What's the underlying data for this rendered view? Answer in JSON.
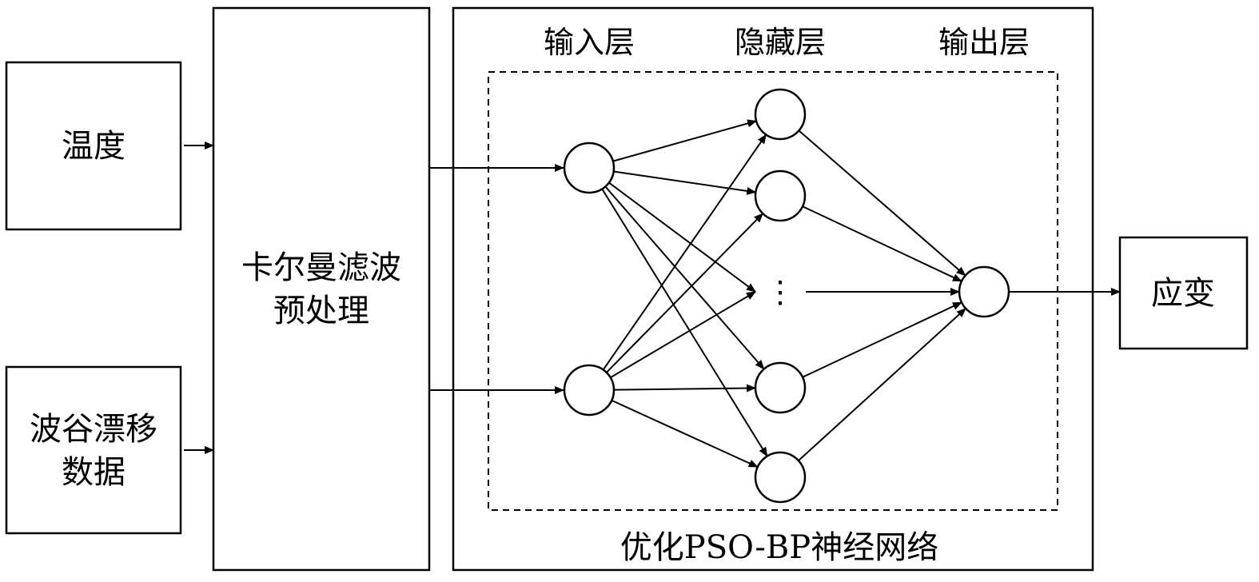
{
  "inputs": {
    "temperature": "温度",
    "valley_drift_line1": "波谷漂移",
    "valley_drift_line2": "数据"
  },
  "preprocess": {
    "line1": "卡尔曼滤波",
    "line2": "预处理"
  },
  "network": {
    "input_layer": "输入层",
    "hidden_layer": "隐藏层",
    "output_layer": "输出层",
    "ellipsis": "⋮",
    "caption": "优化PSO-BP神经网络"
  },
  "output": {
    "label": "应变"
  }
}
